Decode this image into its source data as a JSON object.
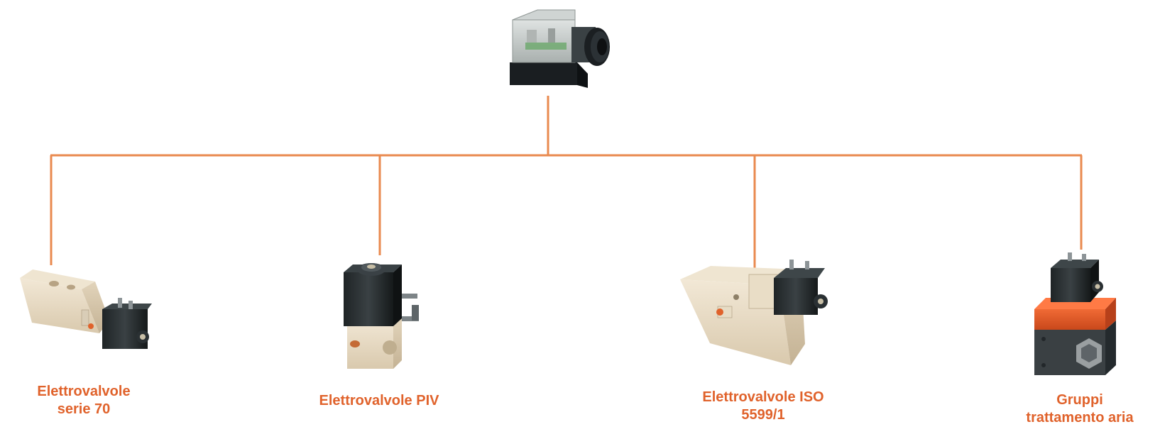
{
  "diagram": {
    "line_color": "#e98a4f",
    "label_color": "#e0622b",
    "root": {
      "name": "connector-plug",
      "icon": "din-connector-icon"
    },
    "children": [
      {
        "id": "serie70",
        "icon": "solenoid-valve-serie-70-icon",
        "label_lines": [
          "Elettrovalvole",
          "serie 70"
        ]
      },
      {
        "id": "piv",
        "icon": "solenoid-valve-piv-icon",
        "label_lines": [
          "Elettrovalvole PIV"
        ]
      },
      {
        "id": "iso",
        "icon": "solenoid-valve-iso-icon",
        "label_lines": [
          "Elettrovalvole ISO",
          "5599/1"
        ]
      },
      {
        "id": "air",
        "icon": "air-treatment-unit-icon",
        "label_lines": [
          "Gruppi",
          "trattamento aria"
        ]
      }
    ]
  }
}
